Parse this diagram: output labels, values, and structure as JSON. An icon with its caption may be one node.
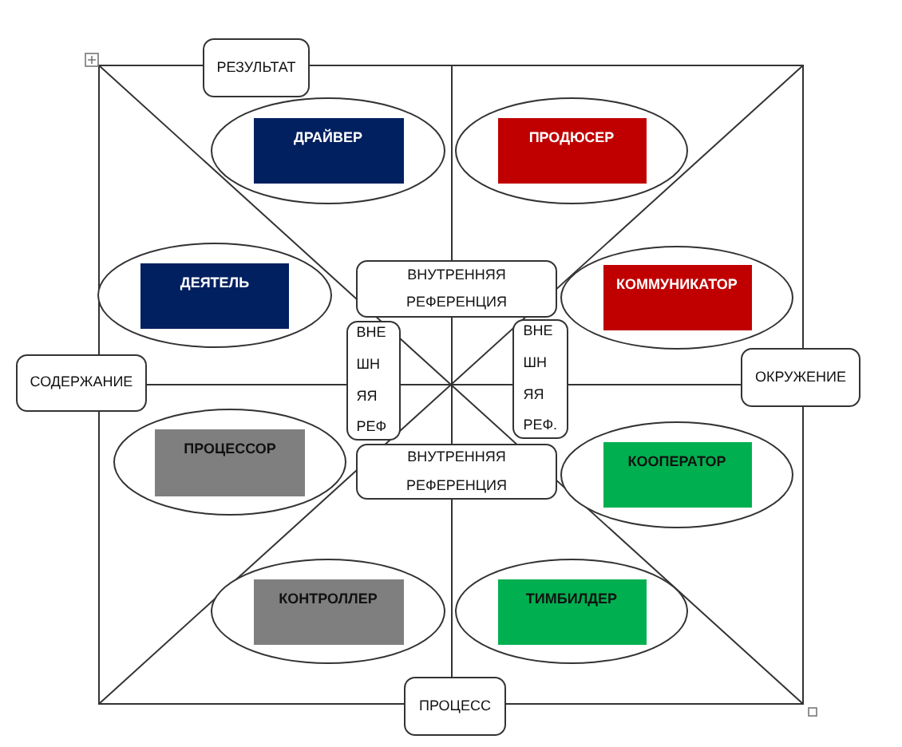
{
  "diagram": {
    "nodes": [
      {
        "text": [
          "РЕЗУЛЬТАТ"
        ]
      },
      {
        "text": [],
        "shape": "ellipse"
      },
      {
        "text": [
          "ДРАЙВЕР"
        ],
        "in": 1
      },
      {
        "text": [],
        "shape": "ellipse"
      },
      {
        "text": [
          "ПРОДЮСЕР"
        ],
        "in": 3
      },
      {
        "text": [],
        "shape": "ellipse"
      },
      {
        "text": [
          "ДЕЯТЕЛЬ"
        ],
        "in": 5
      },
      {
        "text": [
          "ВНУТРЕННЯЯ РЕФЕРЕНЦИЯ"
        ]
      },
      {
        "text": [],
        "shape": "ellipse"
      },
      {
        "text": [
          "КОММУНИКАТОР"
        ],
        "in": 8
      },
      {
        "text": [
          "ВНЕ ШН ЯЯ РЕФ"
        ]
      },
      {
        "text": [
          "ВНЕ ШН ЯЯ РЕФ."
        ]
      },
      {
        "text": [
          "СОДЕРЖАНИЕ"
        ]
      },
      {
        "text": [
          "ОКРУЖЕНИЕ"
        ]
      },
      {
        "text": [],
        "shape": "ellipse"
      },
      {
        "text": [
          "ПРОЦЕССОР"
        ],
        "in": 14
      },
      {
        "text": [
          "ВНУТРЕННЯЯ РЕФЕРЕНЦИЯ"
        ]
      },
      {
        "text": [],
        "shape": "ellipse"
      },
      {
        "text": [
          "КООПЕРАТОР"
        ],
        "in": 17
      },
      {
        "text": [],
        "shape": "ellipse"
      },
      {
        "text": [
          "КОНТРОЛЛЕР"
        ],
        "in": 19
      },
      {
        "text": [],
        "shape": "ellipse"
      },
      {
        "text": [
          "ТИМБИЛДЕР"
        ],
        "in": 21
      },
      {
        "text": [
          "ПРОЦЕСС"
        ]
      }
    ],
    "edges": [
      {
        "from": 12,
        "to": 10,
        "arrow": "none"
      },
      {
        "from": 10,
        "to": 11,
        "arrow": "none"
      },
      {
        "from": 11,
        "to": 13,
        "arrow": "none"
      }
    ]
  }
}
